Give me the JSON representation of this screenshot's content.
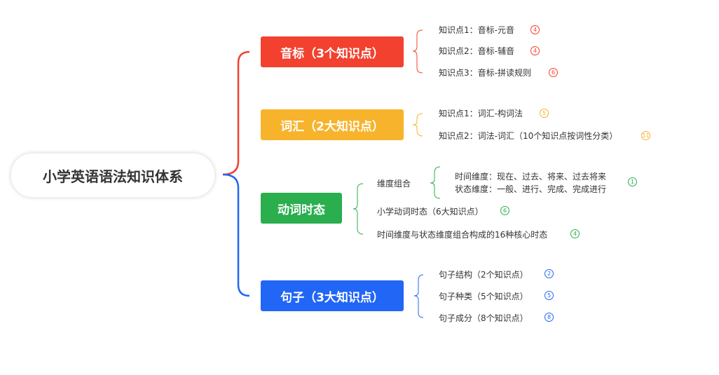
{
  "root": {
    "title": "小学英语语法知识体系"
  },
  "colors": {
    "red": "#f2412f",
    "yellow": "#f7b32b",
    "green": "#2aae4e",
    "blue": "#2166f5"
  },
  "branches": [
    {
      "label": "音标（3个知识点）",
      "children": [
        {
          "text": "知识点1：音标-元音",
          "count": "4"
        },
        {
          "text": "知识点2：音标-辅音",
          "count": "4"
        },
        {
          "text": "知识点3：音标-拼读规则",
          "count": "6"
        }
      ]
    },
    {
      "label": "词汇（2大知识点）",
      "children": [
        {
          "text": "知识点1：词汇-构词法",
          "count": "5"
        },
        {
          "text": "知识点2：词法-词汇（10个知识点按词性分类）",
          "count": "11"
        }
      ]
    },
    {
      "label": "动词时态",
      "children": [
        {
          "text": "维度组合",
          "sub": [
            "时间维度：现在、过去、将来、过去将来",
            "状态维度：一般、进行、完成、完成进行"
          ],
          "count": "1"
        },
        {
          "text": "小学动词时态（6大知识点）",
          "count": "6"
        },
        {
          "text": "时间维度与状态维度组合构成的16种核心时态",
          "count": "4"
        }
      ]
    },
    {
      "label": "句子（3大知识点）",
      "children": [
        {
          "text": "句子结构（2个知识点）",
          "count": "2"
        },
        {
          "text": "句子种类（5个知识点）",
          "count": "5"
        },
        {
          "text": "句子成分（8个知识点）",
          "count": "8"
        }
      ]
    }
  ]
}
